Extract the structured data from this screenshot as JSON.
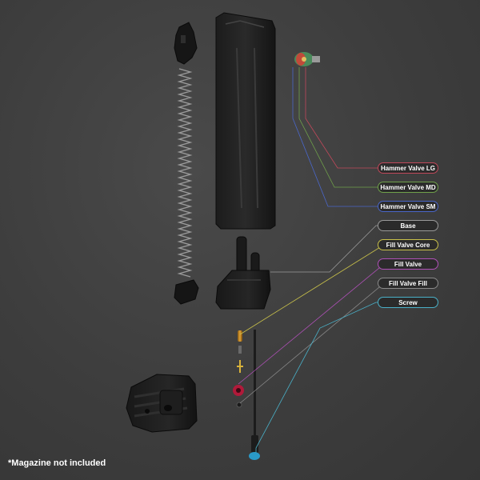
{
  "callouts": {
    "hammer_valve_lg": {
      "label": "Hammer Valve LG",
      "color": "#c0485a"
    },
    "hammer_valve_md": {
      "label": "Hammer Valve MD",
      "color": "#6fa04a"
    },
    "hammer_valve_sm": {
      "label": "Hammer Valve SM",
      "color": "#4a66c8"
    },
    "base": {
      "label": "Base",
      "color": "#9a9a9a"
    },
    "fill_valve_core": {
      "label": "Fill Valve Core",
      "color": "#c8c04a"
    },
    "fill_valve": {
      "label": "Fill Valve",
      "color": "#b050b8"
    },
    "fill_valve_fill": {
      "label": "Fill Valve Fill",
      "color": "#8a8a8a"
    },
    "screw": {
      "label": "Screw",
      "color": "#4ab0c8"
    }
  },
  "footnote": "*Magazine not included"
}
